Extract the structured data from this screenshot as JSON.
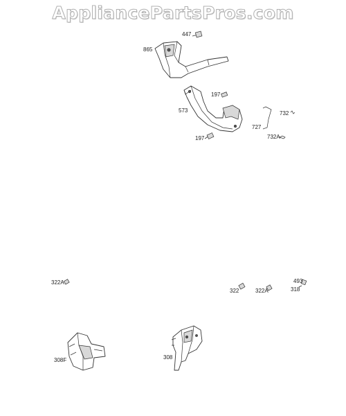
{
  "watermark": "AppliancePartsPros.com",
  "labels": {
    "p447": "447",
    "p865": "865",
    "p197a": "197",
    "p573": "573",
    "p732": "732",
    "p727": "727",
    "p732a": "732A",
    "p197b": "197",
    "p322a_left": "322A",
    "p493": "493",
    "p318": "318",
    "p322": "322",
    "p322a_right": "322A",
    "p308f": "308F",
    "p308": "308"
  },
  "colors": {
    "line": "#333333",
    "watermark_outline": "#b0b0b0"
  }
}
